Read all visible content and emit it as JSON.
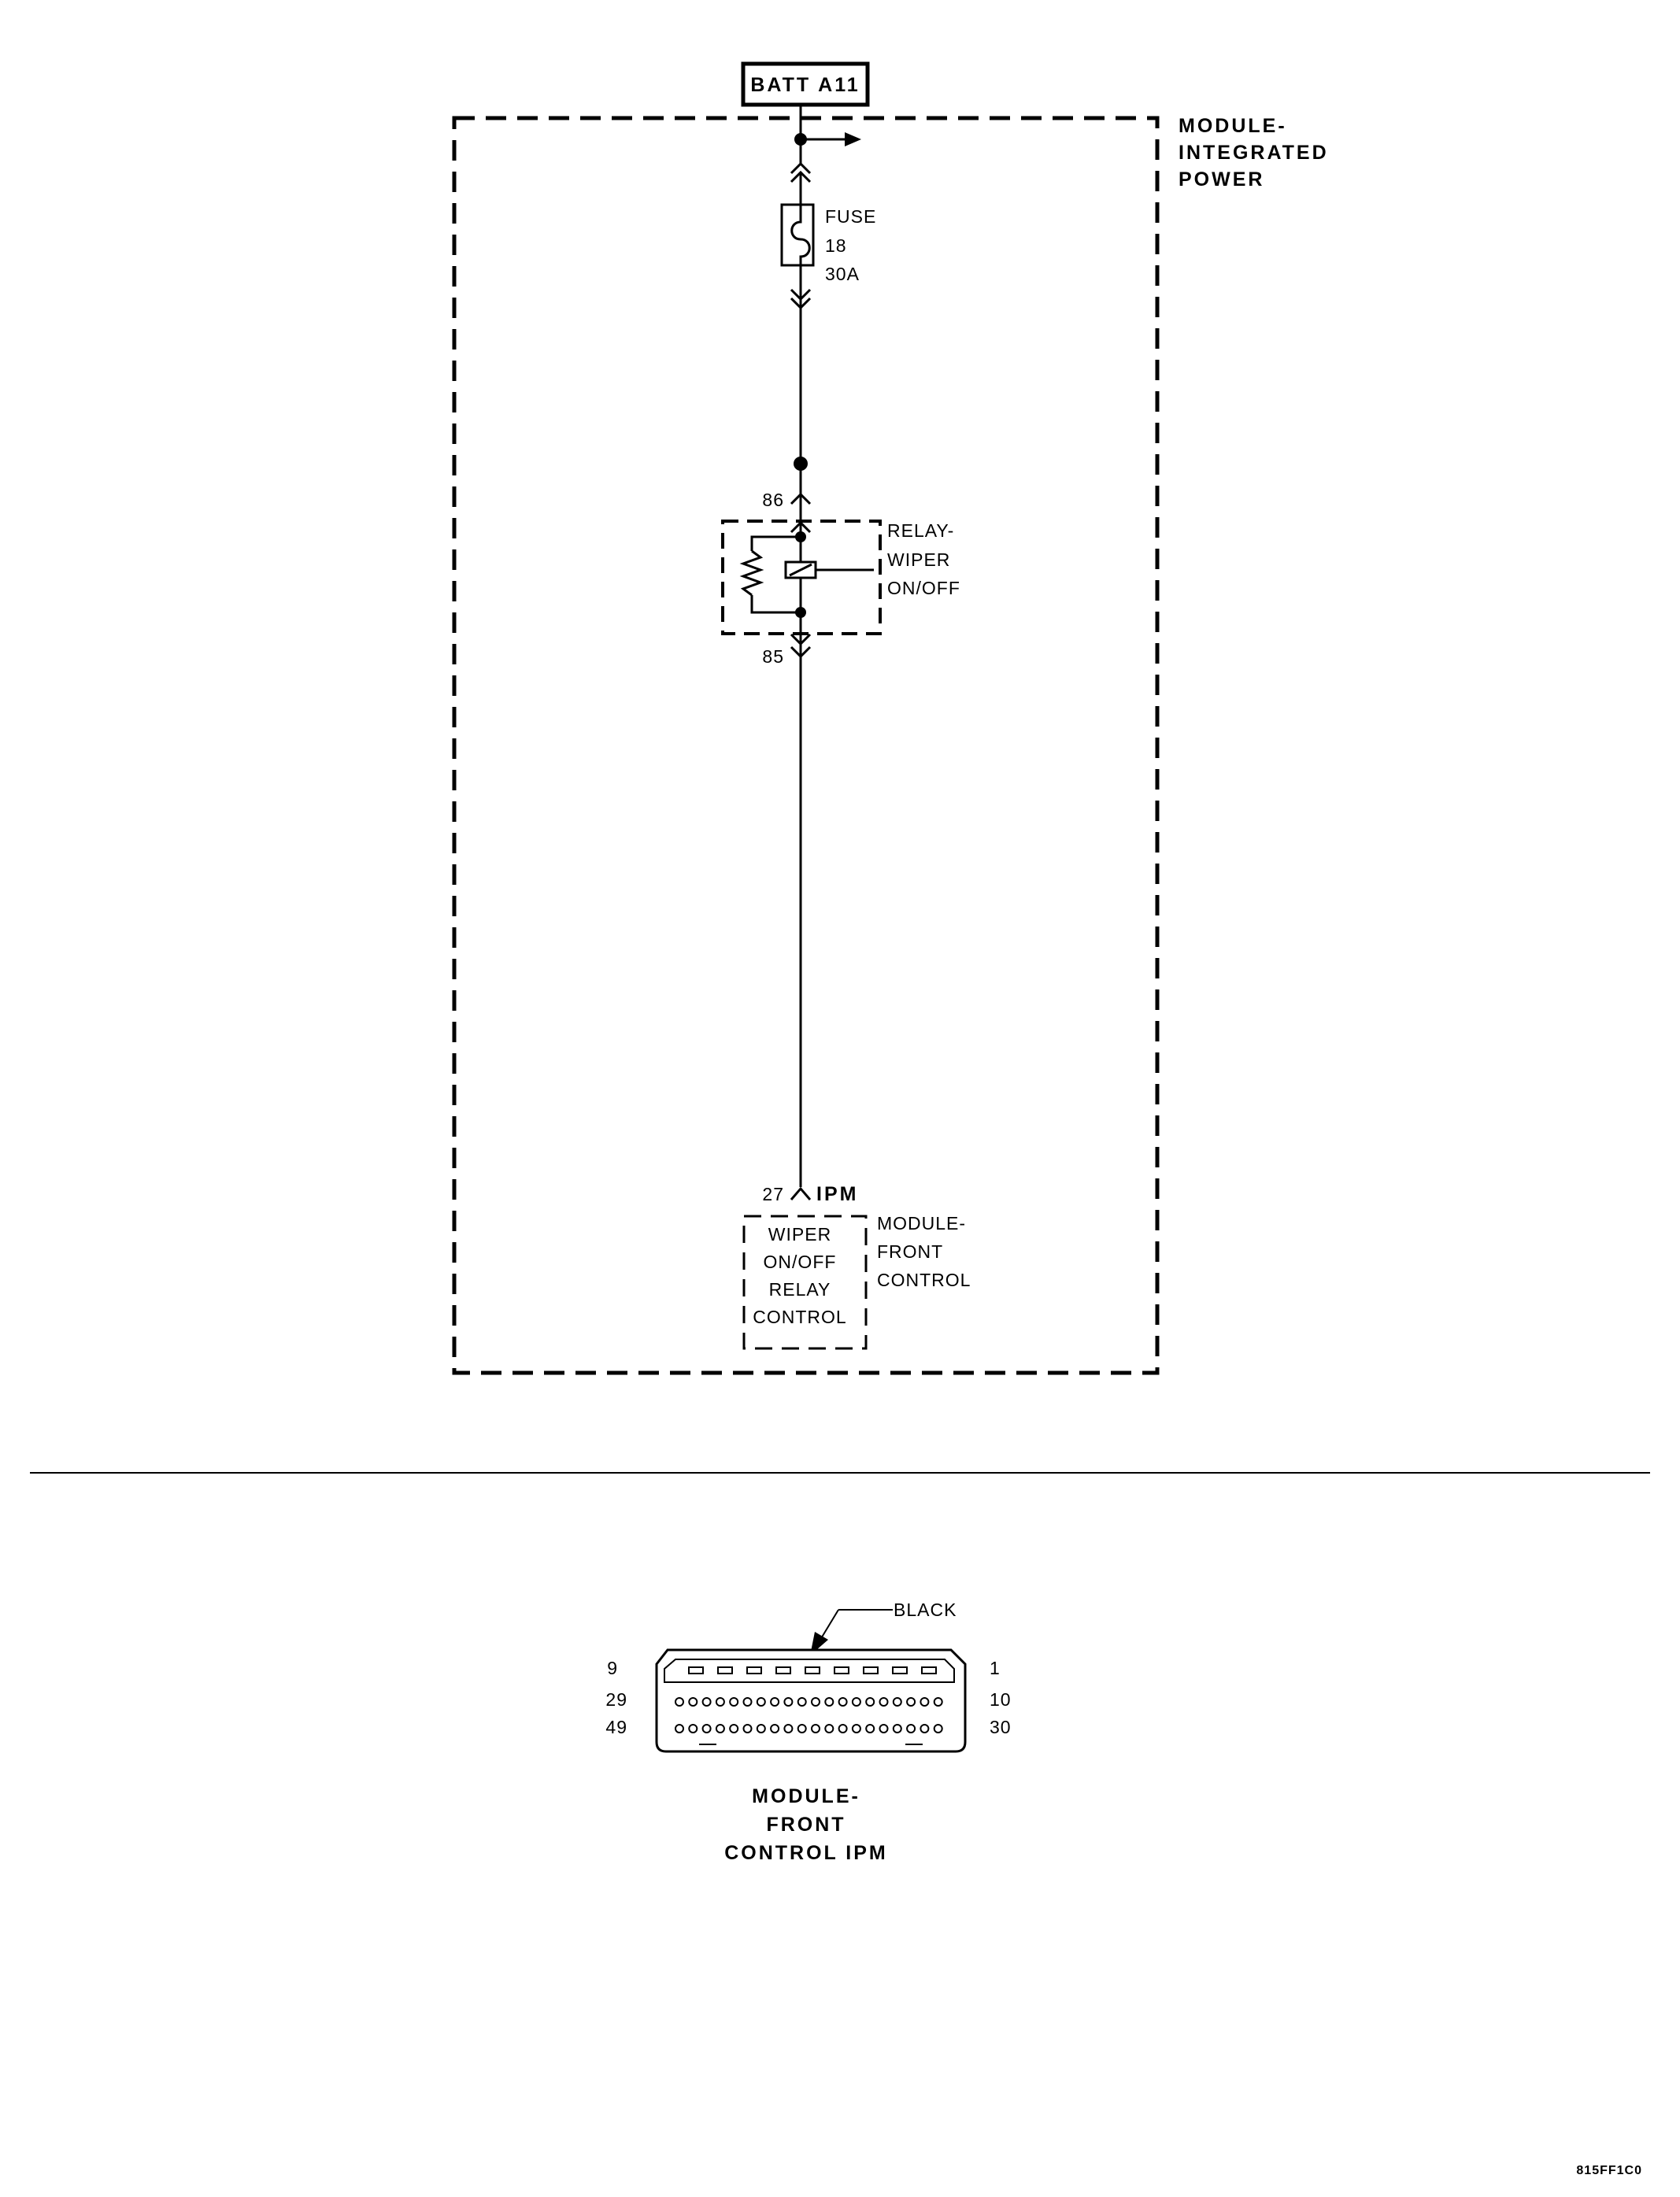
{
  "diagram": {
    "battery_label": "BATT A11",
    "ipm_module": [
      "MODULE-",
      "INTEGRATED",
      "POWER"
    ],
    "fuse": [
      "FUSE",
      "18",
      "30A"
    ],
    "relay": {
      "pin_top": "86",
      "pin_bottom": "85",
      "label": [
        "RELAY-",
        "WIPER",
        "ON/OFF"
      ]
    },
    "connector_pin": "27",
    "connector_name": "IPM",
    "fcm_function": [
      "WIPER",
      "ON/OFF",
      "RELAY",
      "CONTROL"
    ],
    "fcm_module": [
      "MODULE-",
      "FRONT",
      "CONTROL"
    ]
  },
  "connector_view": {
    "color_label": "BLACK",
    "pins_left": [
      "9",
      "29",
      "49"
    ],
    "pins_right": [
      "1",
      "10",
      "30"
    ],
    "title": [
      "MODULE-",
      "FRONT",
      "CONTROL IPM"
    ]
  },
  "figure_id": "815FF1C0"
}
